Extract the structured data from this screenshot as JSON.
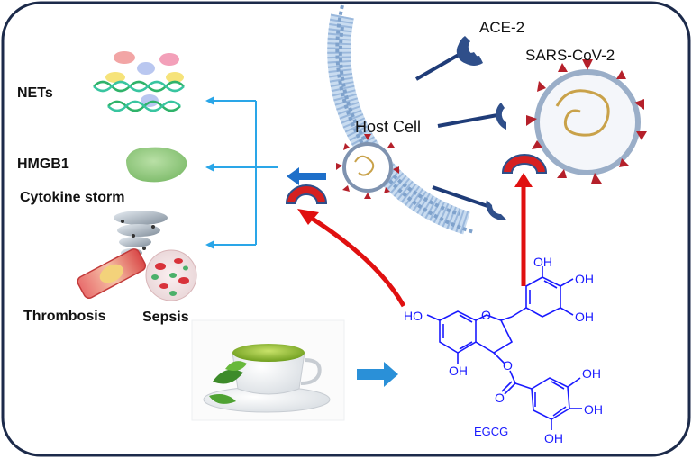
{
  "labels": {
    "nets": "NETs",
    "hmgb1": "HMGB1",
    "cytokine_storm": "Cytokine storm",
    "thrombosis": "Thrombosis",
    "sepsis": "Sepsis",
    "ace2": "ACE-2",
    "sars_cov_2": "SARS-CoV-2",
    "host_cell": "Host Cell",
    "egcg": "EGCG"
  },
  "chem_labels": {
    "oh_a_ring_left": "HO",
    "oh_a_ring_bottom": "OH",
    "ring_oxygen": "O",
    "ester_oxygen_1": "O",
    "ester_oxygen_2": "O",
    "oh_b_ring_top": "OH",
    "oh_b_ring_right": "OH",
    "oh_b_ring_bottom": "OH",
    "oh_galloyl_top": "OH",
    "oh_galloyl_right": "OH",
    "oh_galloyl_bottom": "OH"
  },
  "colors": {
    "frame": "#1c2a4a",
    "membrane": "#9ab8dc",
    "receptor": "#2f4f8a",
    "spike": "#b5202a",
    "red_arrow": "#e01010",
    "cyan_arrow": "#2aa6e8",
    "blue_arrow": "#1e6fc9",
    "structure": "#1a1aff"
  },
  "icons": [
    "nets-dna-icon",
    "hmgb1-protein-icon",
    "cytokine-tornado-icon",
    "thrombosis-vessel-icon",
    "sepsis-blood-icon",
    "green-tea-cup-icon",
    "virus-icon",
    "ace2-receptor-icon"
  ]
}
